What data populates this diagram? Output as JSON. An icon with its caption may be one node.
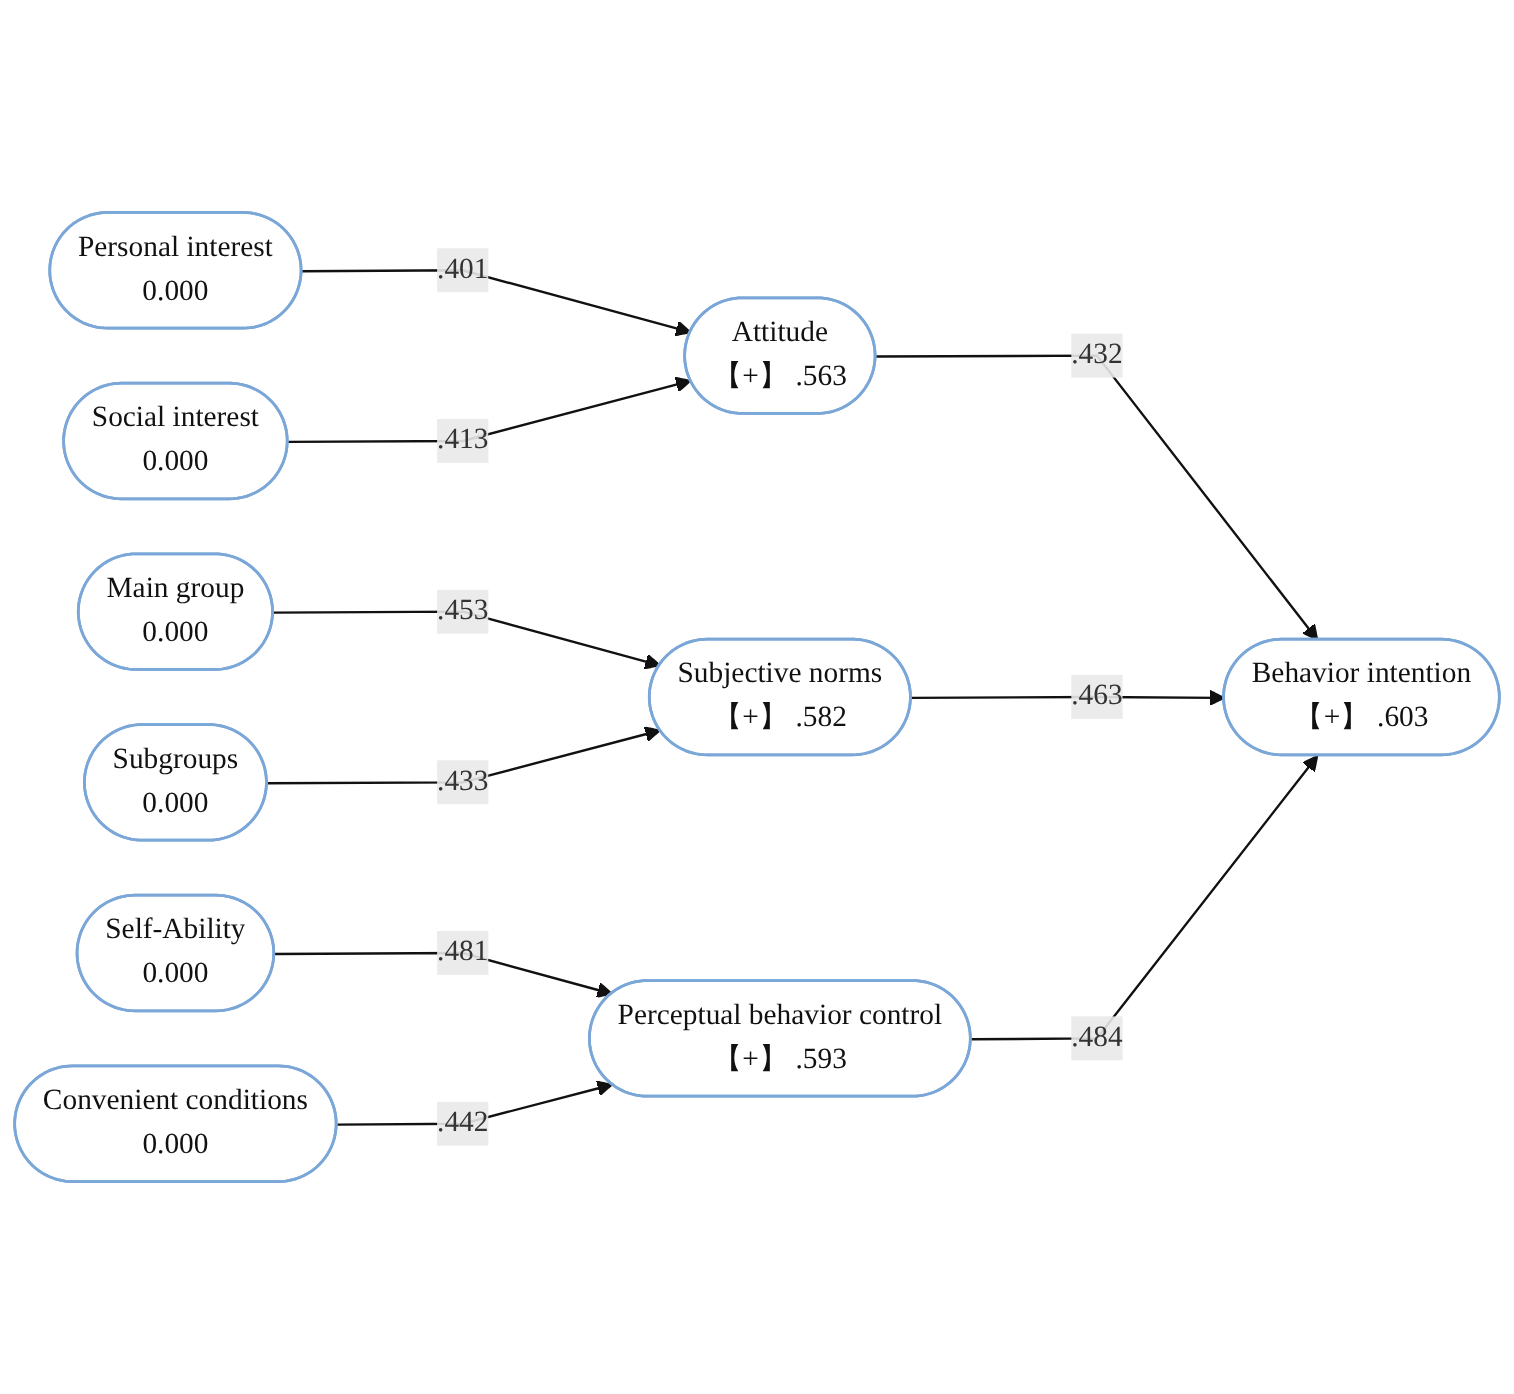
{
  "diagram": {
    "nodes": [
      {
        "text": [
          "Personal interest",
          "0.000"
        ]
      },
      {
        "text": [
          "Social interest",
          "0.000"
        ]
      },
      {
        "text": [
          "Main group",
          "0.000"
        ]
      },
      {
        "text": [
          "Subgroups",
          "0.000"
        ]
      },
      {
        "text": [
          "Self-Ability",
          "0.000"
        ]
      },
      {
        "text": [
          "Convenient conditions",
          "0.000"
        ]
      },
      {
        "text": [
          "Attitude",
          "【+】 .563"
        ]
      },
      {
        "text": [
          "Subjective norms",
          "【+】 .582"
        ]
      },
      {
        "text": [
          "Perceptual behavior control",
          "【+】 .593"
        ]
      },
      {
        "text": [
          "Behavior intention",
          "【+】 .603"
        ]
      }
    ],
    "edges": [
      {
        "from": 0,
        "to": 6,
        "arrow": "to",
        "label": ".401"
      },
      {
        "from": 1,
        "to": 6,
        "arrow": "to",
        "label": ".413"
      },
      {
        "from": 2,
        "to": 7,
        "arrow": "to",
        "label": ".453"
      },
      {
        "from": 3,
        "to": 7,
        "arrow": "to",
        "label": ".433"
      },
      {
        "from": 4,
        "to": 8,
        "arrow": "to",
        "label": ".481"
      },
      {
        "from": 5,
        "to": 8,
        "arrow": "to",
        "label": ".442"
      },
      {
        "from": 6,
        "to": 9,
        "arrow": "to",
        "label": ".432"
      },
      {
        "from": 7,
        "to": 9,
        "arrow": "to",
        "label": ".463"
      },
      {
        "from": 8,
        "to": 9,
        "arrow": "to",
        "label": ".484"
      }
    ]
  }
}
